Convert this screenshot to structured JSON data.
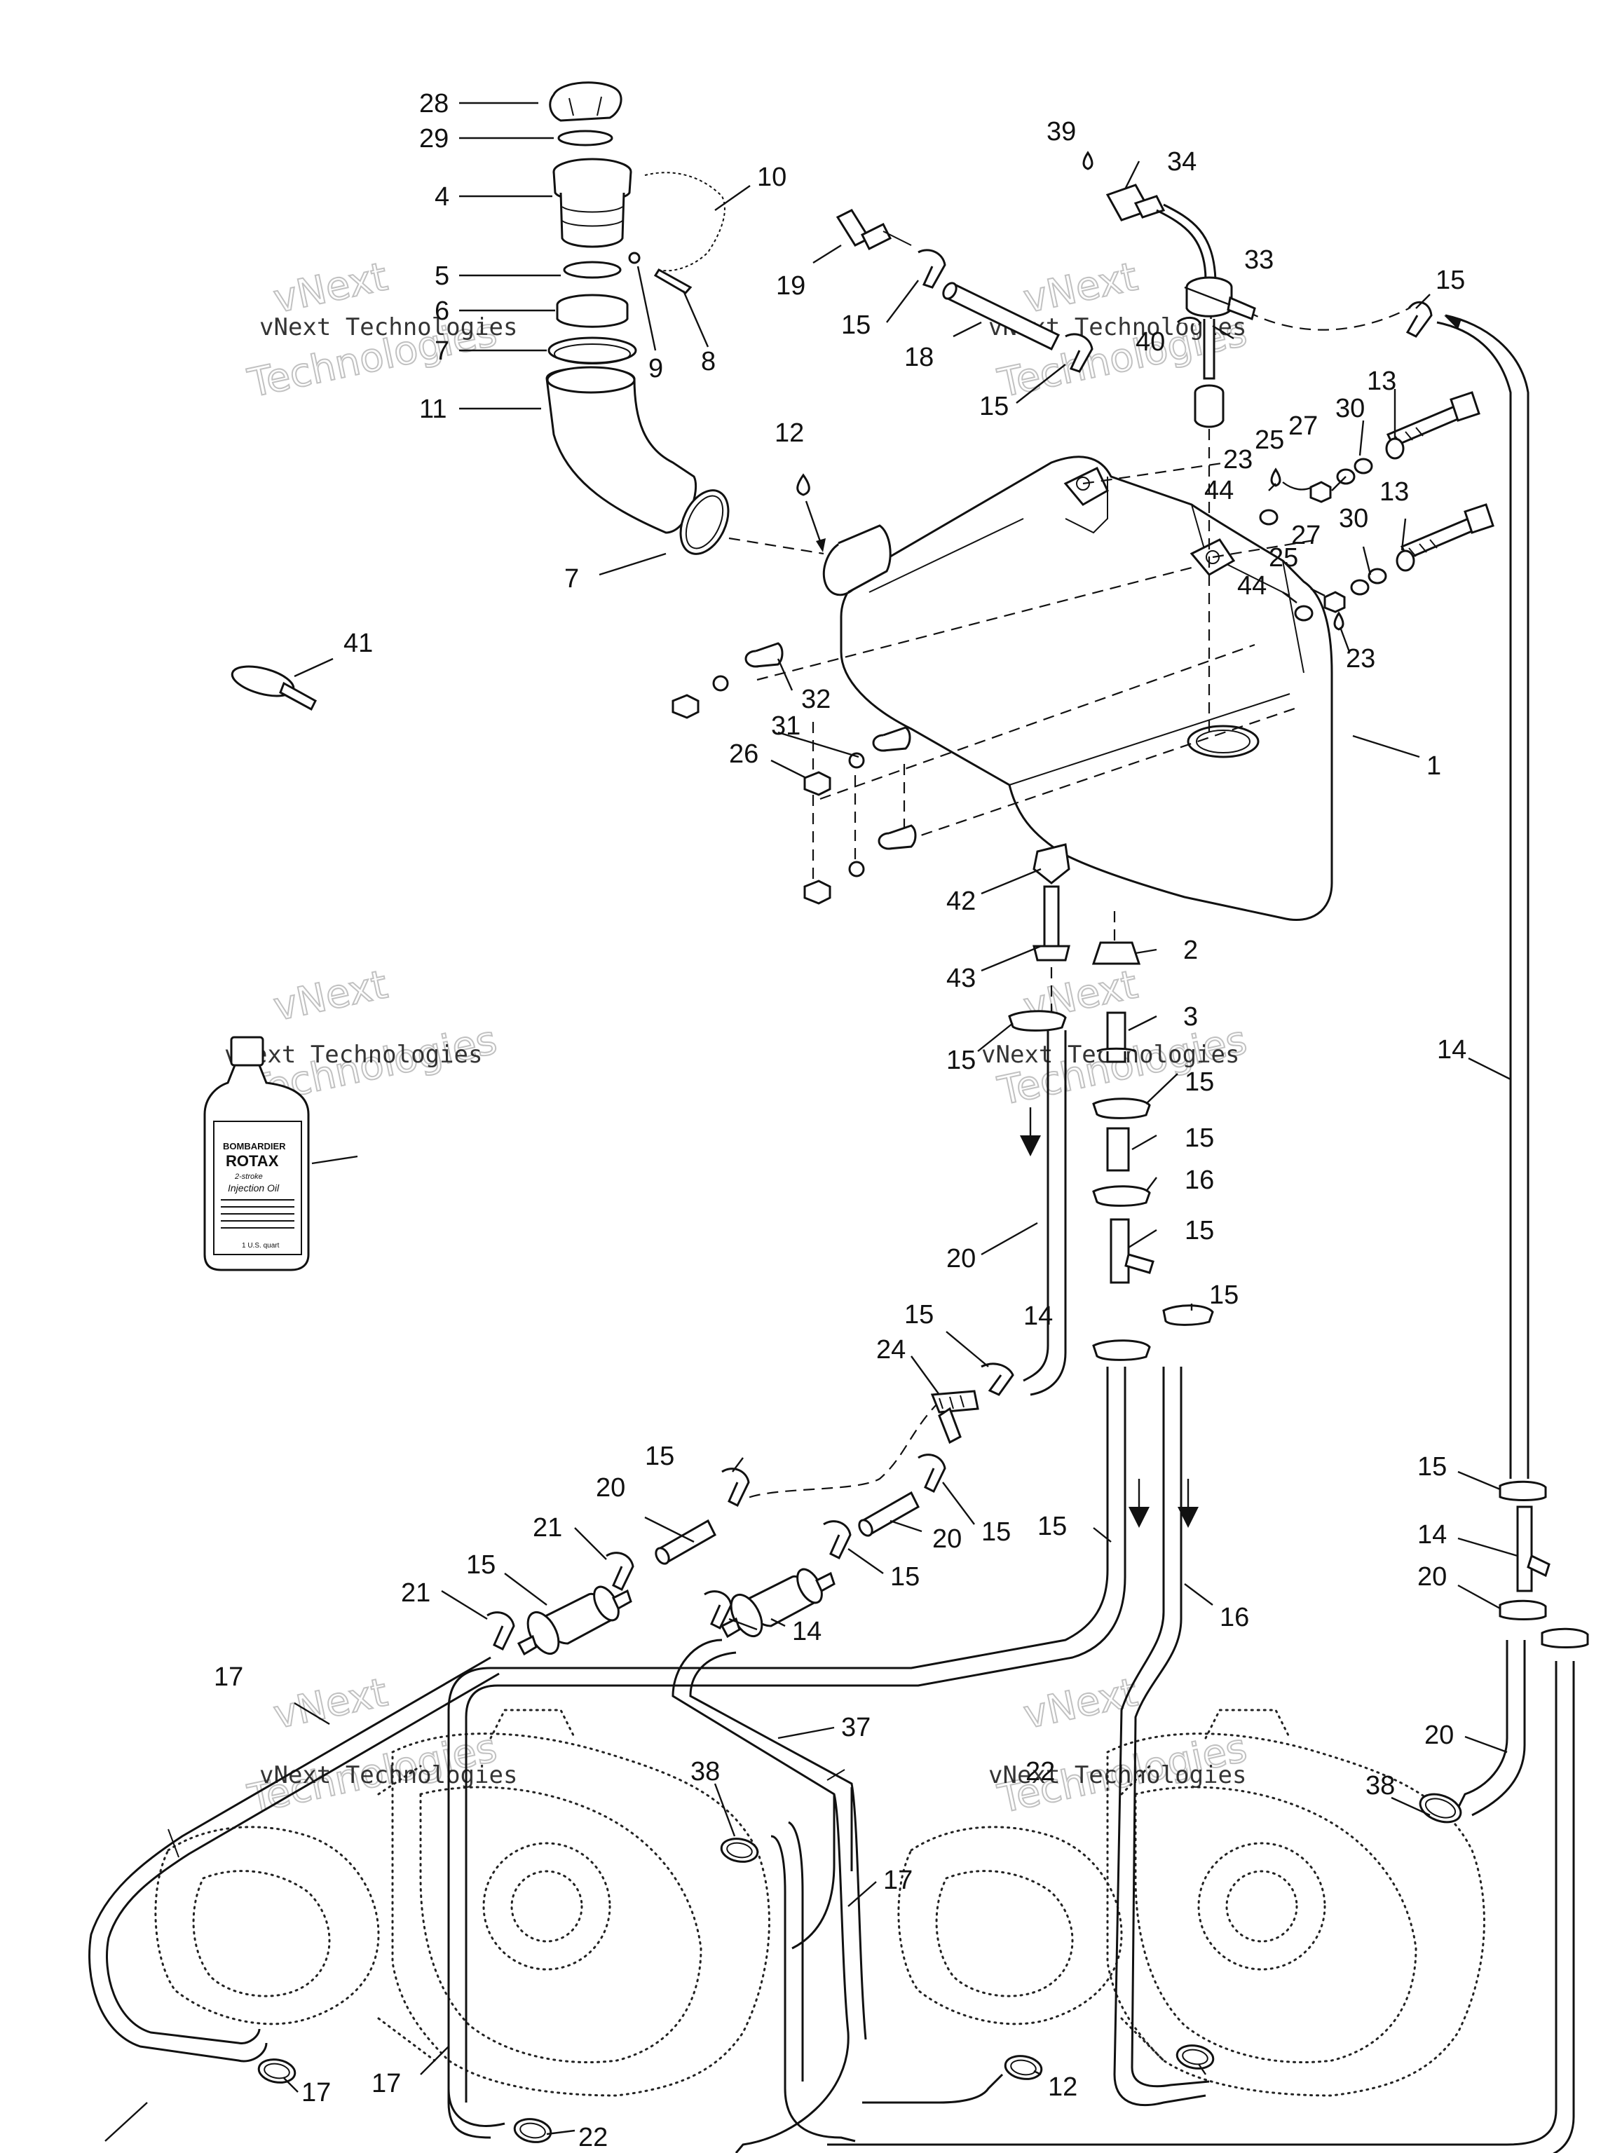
{
  "callouts": [
    "28",
    "29",
    "4",
    "10",
    "5",
    "6",
    "7",
    "9",
    "8",
    "11",
    "7",
    "12",
    "41",
    "39",
    "34",
    "19",
    "15",
    "18",
    "15",
    "40",
    "33",
    "15",
    "13",
    "30",
    "27",
    "25",
    "23",
    "44",
    "13",
    "30",
    "27",
    "25",
    "44",
    "23",
    "1",
    "32",
    "31",
    "26",
    "42",
    "2",
    "43",
    "3",
    "15",
    "15",
    "14",
    "15",
    "16",
    "15",
    "20",
    "15",
    "24",
    "14",
    "15",
    "20",
    "15",
    "20",
    "21",
    "15",
    "15",
    "21",
    "15",
    "14",
    "15",
    "16",
    "15",
    "14",
    "20",
    "20",
    "17",
    "37",
    "38",
    "17",
    "17",
    "38",
    "22",
    "22",
    "17",
    "12"
  ],
  "watermarks": {
    "line1": "vNext",
    "line2": "vNext Technologies",
    "line3": "Technologies"
  },
  "bottle": {
    "brand_top": "BOMBARDIER",
    "brand": "ROTAX",
    "product_line1": "2-stroke",
    "product_line2": "Injection Oil",
    "volume": "1 U.S. quart"
  },
  "icons": {
    "drop": "oil-drop-icon",
    "arrow": "flow-direction-arrow-icon"
  }
}
